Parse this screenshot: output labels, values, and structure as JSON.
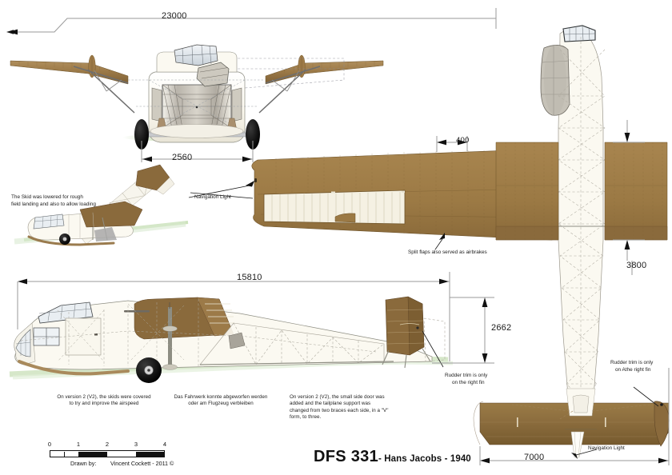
{
  "drawing": {
    "title_main": "DFS 331",
    "title_sub": "- Hans Jacobs - 1940",
    "credit": "Vincent Cockett - 2011 ©",
    "drawn_by_label": "Drawn by:",
    "background": "#ffffff",
    "colors": {
      "wing_brown": "#9c7a48",
      "wing_brown_dark": "#8a6a3c",
      "fuselage_cream": "#fbf9f0",
      "canopy_glass": "#e4e9ee",
      "ground_green": "#cfe3bf",
      "dimension_grey": "#9a9a9a",
      "ink": "#1a1a1a",
      "tyre_black": "#141414"
    }
  },
  "scale_bar": {
    "ticks": [
      "0",
      "1",
      "2",
      "3",
      "4"
    ]
  },
  "dimensions": {
    "span": "23000",
    "track": "2560",
    "flap_chord": "400",
    "wing_chord": "3800",
    "length": "15810",
    "height": "2662",
    "tailplane_span": "7000"
  },
  "callouts": {
    "nav_light_wing": "Navigation Light",
    "nav_light_tail": "Navigation Light",
    "split_flaps": "Split flaps also served as airbrakes",
    "rudder_trim_side": "Rudder trim is only\non the right fin",
    "rudder_trim_side_l1": "Rudder trim is only",
    "rudder_trim_side_l2": "on the right fin",
    "rudder_trim_plan_l1": "Rudder trim is only",
    "rudder_trim_plan_l2": "on Athe right fin",
    "skid_note_l1": "The Skid was lowered for rough",
    "skid_note_l2": "field landing and also to allow loading"
  },
  "notes": {
    "note_v2_skids_l1": "On version 2 (V2), the skids were covered",
    "note_v2_skids_l2": "to try and improve the airspeed",
    "note_fahrwerk_l1": "Das Fahrwerk konnte abgeworfen werden",
    "note_fahrwerk_l2": "oder am Flugzeug verbleiben",
    "note_v2_door_l1": "On version 2 (V2), the small side door was",
    "note_v2_door_l2": "added and the tailplane support was",
    "note_v2_door_l3": "changed from two braces each side, in a \"V\"",
    "note_v2_door_l4": "form, to three."
  },
  "views": {
    "front_view": "front-elevation",
    "wing_detail": "wing-plan-detail",
    "skid_inset": "skid-lowered-inset",
    "side_view": "side-elevation",
    "plan_view": "plan-view"
  }
}
